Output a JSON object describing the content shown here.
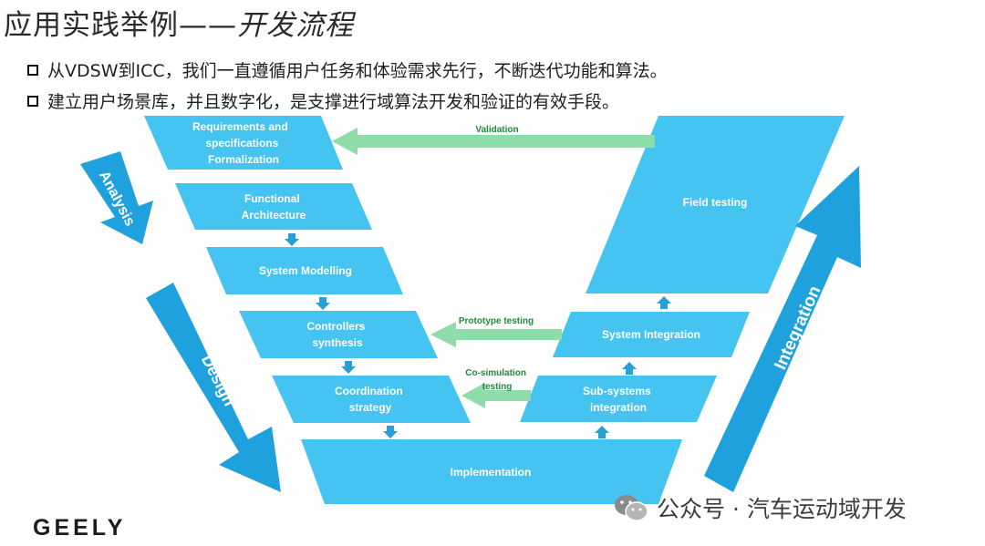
{
  "title": {
    "main": "应用实践举例——",
    "accent": "开发流程"
  },
  "bullets": [
    "从VDSW到ICC，我们一直遵循用户任务和体验需求先行，不断迭代功能和算法。",
    "建立用户场景库，并且数字化，是支撑进行域算法开发和验证的有效手段。"
  ],
  "diagram": {
    "left_stages": [
      [
        "Requirements and",
        "specifications",
        "Formalization"
      ],
      [
        "Functional",
        "Architecture"
      ],
      [
        "System Modelling"
      ],
      [
        "Controllers",
        "synthesis"
      ],
      [
        "Coordination",
        "strategy"
      ]
    ],
    "bottom_stage": "Implementation",
    "right_stages": {
      "field_testing": "Field testing",
      "system_integration": "System Integration",
      "sub_systems": [
        "Sub-systems",
        "integration"
      ]
    },
    "side_arrows": {
      "analysis": "Analysis",
      "design": "Design",
      "integration": "Integration"
    },
    "feedback_arrows": {
      "validation": "Validation",
      "prototype": "Prototype testing",
      "cosim": [
        "Co-simulation",
        "testing"
      ]
    },
    "colors": {
      "stage_fill": "#45c3f1",
      "arrow_fill": "#8fdcab",
      "arrow_text": "#1f8a3a",
      "side_arrow": "#1ea1dc"
    }
  },
  "logo": "GEELY",
  "watermark": "公众号 · 汽车运动域开发"
}
